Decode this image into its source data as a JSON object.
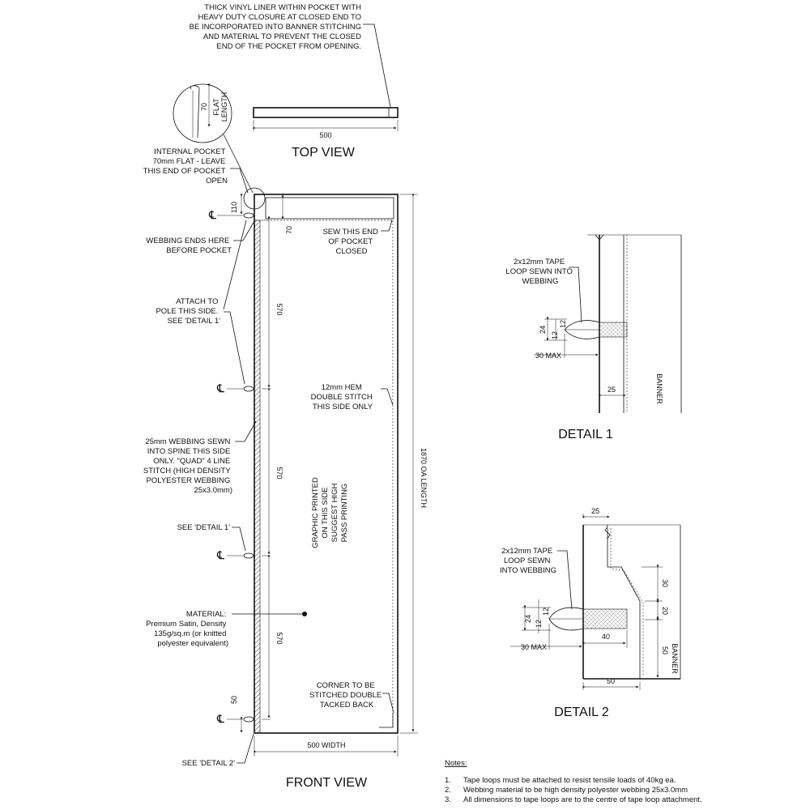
{
  "top_view": {
    "note": [
      "THICK VINYL LINER WITHIN POCKET WITH",
      "HEAVY DUTY CLOSURE AT CLOSED END TO",
      "BE INCORPORATED INTO BANNER STITCHING",
      "AND MATERIAL TO PREVENT THE CLOSED",
      "END OF THE POCKET FROM OPENING."
    ],
    "width_dim": "500",
    "title": "TOP VIEW"
  },
  "callout": {
    "dim_value": "70",
    "flat_label": "FLAT",
    "length_label": "LENGTH"
  },
  "front_view": {
    "title": "FRONT VIEW",
    "internal_pocket_note": [
      "INTERNAL POCKET",
      "70mm FLAT - LEAVE",
      "THIS END OF POCKET",
      "OPEN"
    ],
    "webbing_ends_note": [
      "WEBBING ENDS HERE",
      "BEFORE POCKET"
    ],
    "attach_note": [
      "ATTACH TO",
      "POLE THIS SIDE.",
      "SEE 'DETAIL 1'"
    ],
    "webbing_spec_note": [
      "25mm WEBBING SEWN",
      "INTO SPINE THIS SIDE",
      "ONLY. \"QUAD\" 4 LINE",
      "STITCH (HIGH DENSITY",
      "POLYESTER WEBBING",
      "25x3.0mm)"
    ],
    "see_detail1": "SEE 'DETAIL 1'",
    "material_note": [
      "MATERIAL:",
      "Premium Satin, Density",
      "135g/sq.m (or knitted",
      "polyester equivalent)"
    ],
    "see_detail2": "SEE 'DETAIL 2'",
    "sew_end_note": [
      "SEW THIS END",
      "OF POCKET",
      "CLOSED"
    ],
    "hem_note": [
      "12mm HEM",
      "DOUBLE STITCH",
      "THIS SIDE ONLY"
    ],
    "graphic_note": [
      "GRAPHIC PRINTED",
      "ON THIS SIDE",
      "SUGGEST HIGH",
      "PASS PRINTING"
    ],
    "corner_note": [
      "CORNER TO BE",
      "STITCHED DOUBLE",
      "TACKED BACK"
    ],
    "dim_110": "110",
    "dim_70": "70",
    "dim_570_1": "570",
    "dim_570_2": "570",
    "dim_570_3": "570",
    "dim_50": "50",
    "width_dim": "500 WIDTH",
    "length_dim": "1870 OA LENGTH",
    "cl_symbol": "℄"
  },
  "detail1": {
    "title": "DETAIL 1",
    "tape_note": [
      "2x12mm TAPE",
      "LOOP SEWN INTO",
      "WEBBING"
    ],
    "dim_24": "24",
    "dim_12a": "12",
    "dim_12b": "12",
    "dim_30max": "30 MAX",
    "dim_25": "25",
    "banner_label": "BANNER"
  },
  "detail2": {
    "title": "DETAIL 2",
    "tape_note": [
      "2x12mm TAPE",
      "LOOP SEWN",
      "INTO WEBBING"
    ],
    "dim_25": "25",
    "dim_24": "24",
    "dim_12a": "12",
    "dim_12b": "12",
    "dim_30max": "30 MAX",
    "dim_40": "40",
    "dim_30": "30",
    "dim_20": "20",
    "dim_50v": "50",
    "dim_50h": "50",
    "banner_label": "BANNER"
  },
  "notes": {
    "heading": "Notes:",
    "items": [
      {
        "num": "1.",
        "text": "Tape loops must be attached to resist tensile loads of 40kg ea."
      },
      {
        "num": "2.",
        "text": "Webbing material to be high density polyester webbing 25x3.0mm"
      },
      {
        "num": "3.",
        "text": "All dimensions to tape loops are to the centre of tape loop attachment."
      }
    ]
  }
}
